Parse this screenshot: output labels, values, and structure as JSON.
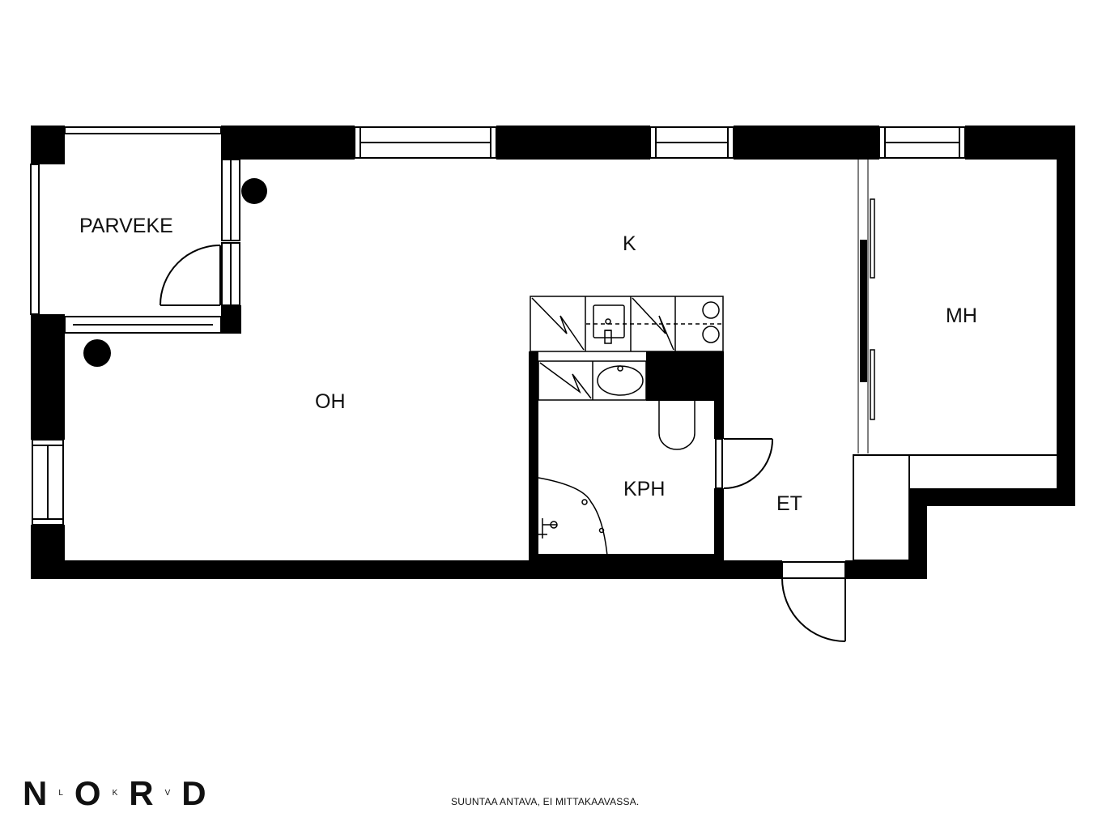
{
  "rooms": {
    "parveke": "PARVEKE",
    "k": "K",
    "mh": "MH",
    "oh": "OH",
    "kph": "KPH",
    "et": "ET"
  },
  "logo": {
    "n": "N",
    "l": "L",
    "o": "O",
    "k": "K",
    "r": "R",
    "v": "V",
    "d": "D"
  },
  "footer": {
    "disclaimer": "SUUNTAA ANTAVA, EI MITTAKAAVASSA."
  }
}
